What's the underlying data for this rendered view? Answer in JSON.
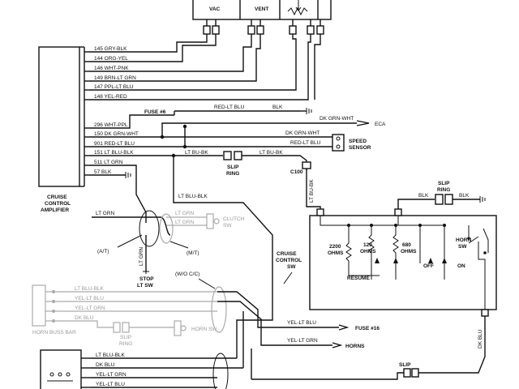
{
  "top_connectors": {
    "vac": "VAC",
    "vent": "VENT"
  },
  "amplifier": {
    "label_lines": [
      "CRUISE",
      "CONTROL",
      "AMPLIFIER"
    ],
    "wires": [
      "145 GRY-BLK",
      "144 ORG-YEL",
      "146 WHT-PNK",
      "149 BRN-LT GRN",
      "147 PPL-LT BLU",
      "148 YEL-RED",
      "296 WHT-PPL",
      "150 DK GRN-WHT",
      "901 RED-LT BLU",
      "151 LT BLU-BLK",
      "511 LT GRN",
      "57 BLK"
    ]
  },
  "labels": {
    "fuse_6": "FUSE #6",
    "red_lt_blu_top": "RED-LT BLU",
    "blk_top": "BLK",
    "dk_grn_wht_eca": "DK GRN-WHT",
    "eca": "ECA",
    "dk_grn_wht_speed": "DK GRN-WHT",
    "red_lt_blu_speed": "RED-LT BLU",
    "lt_bu_bk_left": "LT BU-BK",
    "lt_bu_bk_right": "LT BU-BK",
    "speed_sensor_1": "SPEED",
    "speed_sensor_2": "SENSOR",
    "slip_ring_1a": "SLIP",
    "slip_ring_1b": "RING",
    "c100": "C100",
    "lt_bu_bk_vertical": "LT BU-BK",
    "lt_blu_blk_vertical": "LT BLU-BLK",
    "slip_ring_2a": "SLIP",
    "slip_ring_2b": "RING",
    "blk_a": "BLK",
    "blk_b": "BLK",
    "ohms_2200a": "2200",
    "ohms_2200b": "OHMS",
    "ohms_120a": "120",
    "ohms_120b": "OHMS",
    "ohms_680a": "680",
    "ohms_680b": "OHMS",
    "off": "OFF",
    "on": "ON",
    "horn_sw_a": "HORN",
    "horn_sw_b": "SW",
    "resume": "RESUME",
    "cruise_sw_1": "CRUISE",
    "cruise_sw_2": "CONTROL",
    "cruise_sw_3": "SW",
    "lt_grn_left": "LT GRN",
    "lt_grn_clutch1": "LT GRN",
    "lt_grn_clutch2": "LT GRN",
    "clutch_sw_1": "CLUTCH",
    "clutch_sw_2": "SW",
    "at": "(A/T)",
    "mt": "(M/T)",
    "lt_grn_vertical": "LT GRN",
    "stop_sw_1": "STOP",
    "stop_sw_2": "LT SW",
    "wo_cc": "(W/O C/C)",
    "horn_bar": [
      "LT BLU-BLK",
      "YEL-LT BLU",
      "YEL-LT GRN",
      "DK BLU"
    ],
    "horn_buss_bar": "HORN BUSS BAR",
    "slip_ring_3a": "SLIP",
    "slip_ring_3b": "RING",
    "horn_sw_grey": "HORN SW",
    "yel_lt_blu": "YEL-LT BLU",
    "fuse_16": "FUSE #16",
    "yel_lt_grn": "YEL-LT GRN",
    "horns": "HORNS",
    "dk_blu_vertical": "DK BLU",
    "bottom_wires": [
      "LT BLU-BLK",
      "DK BLU",
      "YEL-LT GRN",
      "YEL-LT BLU"
    ],
    "slip_bottom": "SLIP"
  }
}
